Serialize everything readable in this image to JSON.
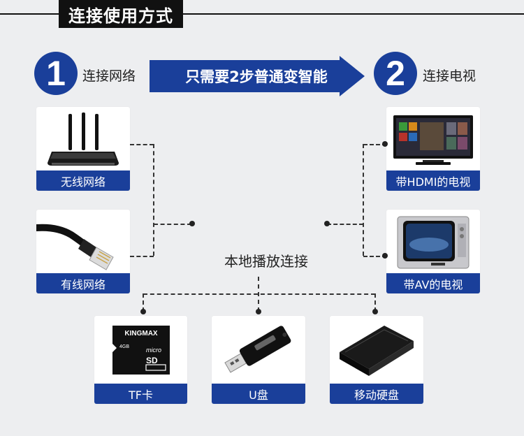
{
  "title": "连接使用方式",
  "step1": {
    "number": "1",
    "label": "连接网络"
  },
  "step2": {
    "number": "2",
    "label": "连接电视"
  },
  "banner": "只需要2步普通变智能",
  "network_items": [
    {
      "label": "无线网络",
      "icon": "router-icon"
    },
    {
      "label": "有线网络",
      "icon": "ethernet-cable-icon"
    }
  ],
  "tv_items": [
    {
      "label": "带HDMI的电视",
      "icon": "flat-tv-icon"
    },
    {
      "label": "带AV的电视",
      "icon": "crt-tv-icon"
    }
  ],
  "local_title": "本地播放连接",
  "storage_items": [
    {
      "label": "TF卡",
      "icon": "microsd-card-icon",
      "brand": "KINGMAX",
      "capacity": "4GB"
    },
    {
      "label": "U盘",
      "icon": "usb-drive-icon"
    },
    {
      "label": "移动硬盘",
      "icon": "external-hdd-icon"
    }
  ],
  "colors": {
    "accent": "#1a3f9a",
    "background": "#edeef0",
    "title_bg": "#111111"
  }
}
